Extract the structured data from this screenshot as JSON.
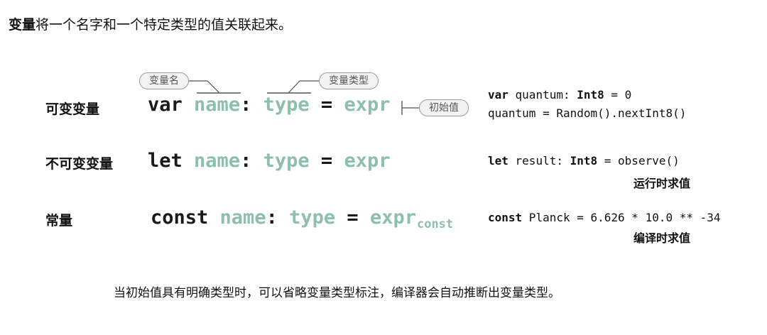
{
  "intro": {
    "bold": "变量",
    "rest": "将一个名字和一个特定类型的值关联起来。"
  },
  "callouts": {
    "var_name": "变量名",
    "var_type": "变量类型",
    "init_value": "初始值"
  },
  "rows": [
    {
      "label": "可变变量",
      "syntax": {
        "keyword": "var",
        "name": "name",
        "colon": ":",
        "type": "type",
        "equals": "=",
        "expr": "expr",
        "sub": ""
      },
      "example": {
        "line1": {
          "kw": "var",
          "ident": " quantum: ",
          "type": "Int8",
          "rest": " = 0"
        },
        "line2": "quantum = Random().nextInt8()"
      },
      "note": ""
    },
    {
      "label": "不可变变量",
      "syntax": {
        "keyword": "let",
        "name": "name",
        "colon": ":",
        "type": "type",
        "equals": "=",
        "expr": "expr",
        "sub": ""
      },
      "example": {
        "line1": {
          "kw": "let",
          "ident": " result: ",
          "type": "Int8",
          "rest": " = observe()"
        }
      },
      "note": "运行时求值"
    },
    {
      "label": "常量",
      "syntax": {
        "keyword": "const",
        "name": "name",
        "colon": ":",
        "type": "type",
        "equals": "=",
        "expr": "expr",
        "sub": "const"
      },
      "example": {
        "line1": {
          "kw": "const",
          "ident": " Planck = 6.626 * 10.0 ** -34",
          "type": "",
          "rest": ""
        }
      },
      "note": "编译时求值"
    }
  ],
  "bottom_note": "当初始值具有明确类型时，可以省略变量类型标注，编译器会自动推断出变量类型。"
}
